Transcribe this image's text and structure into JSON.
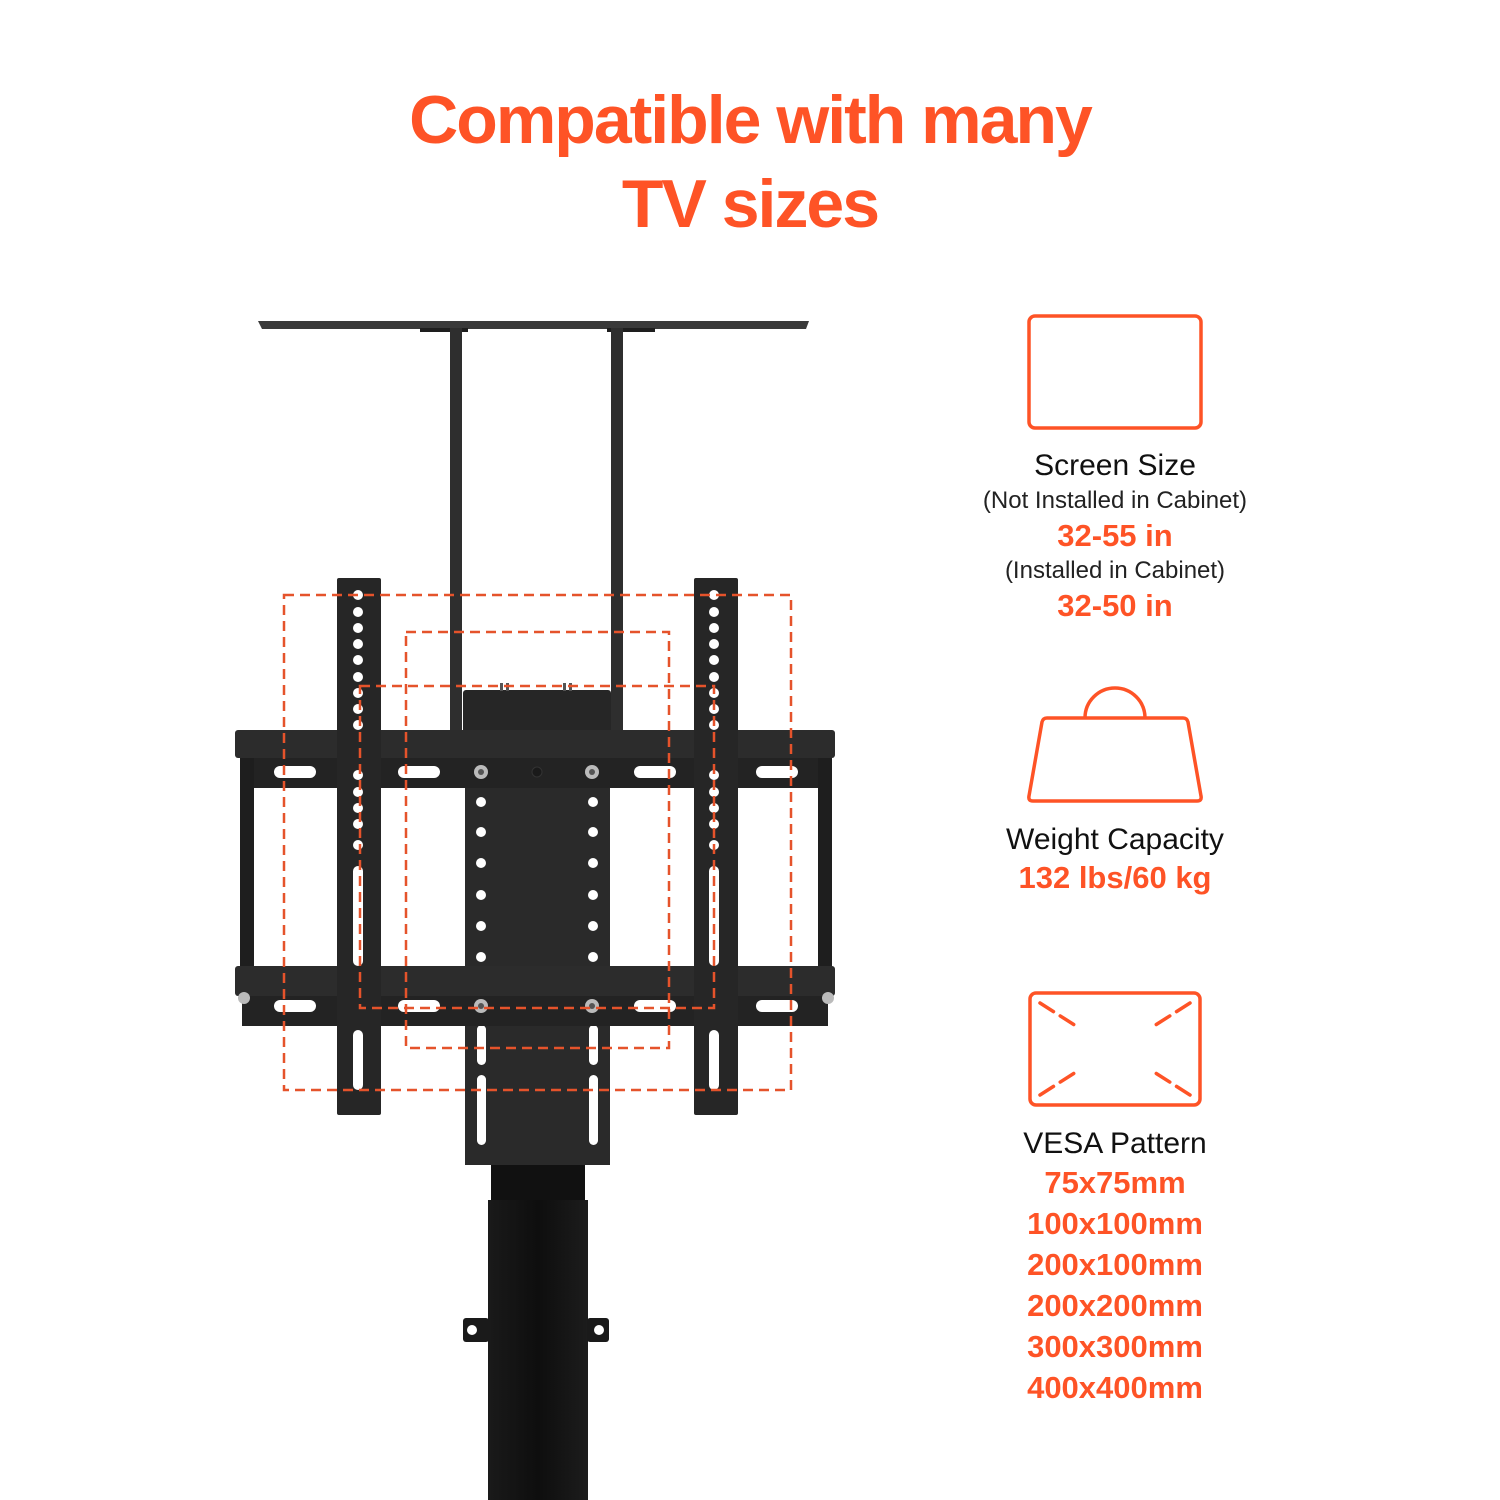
{
  "header": {
    "title_line1": "Compatible with many",
    "title_line2": "TV sizes"
  },
  "colors": {
    "accent": "#fe5326",
    "text": "#111111",
    "metal": "#2b2b2b",
    "background": "#ffffff"
  },
  "product": {
    "name": "motorized TV lift stand with VESA mount bracket",
    "vesa_overlays": [
      "outer",
      "middle",
      "inner"
    ]
  },
  "specs": {
    "screen_size": {
      "icon": "screen-icon",
      "label": "Screen Size",
      "not_installed_note": "(Not Installed in Cabinet)",
      "not_installed_value": "32-55 in",
      "installed_note": "(Installed in Cabinet)",
      "installed_value": "32-50 in"
    },
    "weight": {
      "icon": "weight-icon",
      "label": "Weight Capacity",
      "value": "132 lbs/60 kg"
    },
    "vesa": {
      "icon": "vesa-icon",
      "label": "VESA Pattern",
      "values": [
        "75x75mm",
        "100x100mm",
        "200x100mm",
        "200x200mm",
        "300x300mm",
        "400x400mm"
      ]
    }
  }
}
